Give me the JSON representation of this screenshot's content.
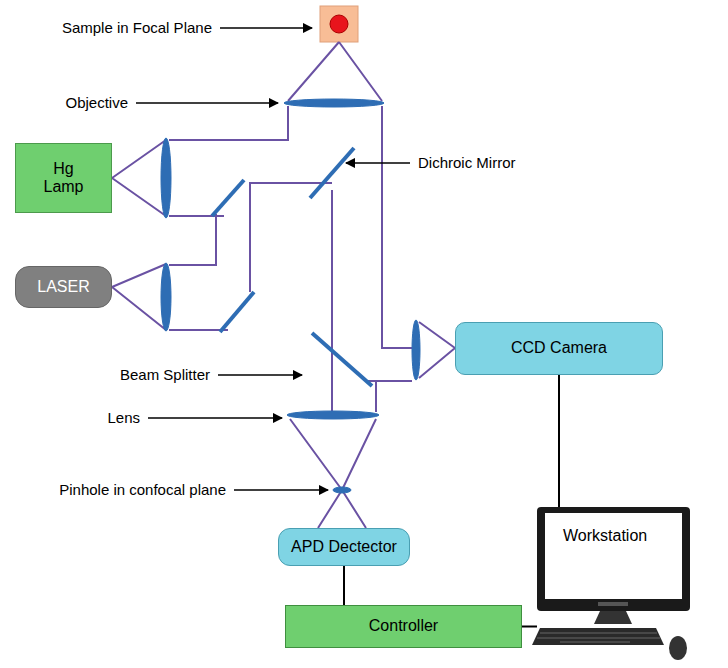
{
  "diagram": {
    "nodes": [
      {
        "text": [
          "Hg Lamp"
        ]
      },
      {
        "text": [
          "LASER"
        ]
      },
      {
        "text": [
          "CCD Camera"
        ]
      },
      {
        "text": [
          "APD Dectector"
        ]
      },
      {
        "text": [
          "Controller"
        ]
      },
      {
        "text": [
          "Workstation"
        ]
      }
    ],
    "edges": [
      {
        "from": 2,
        "to": 5,
        "arrow": "none"
      },
      {
        "from": 3,
        "to": 4,
        "arrow": "none"
      },
      {
        "from": 4,
        "to": 5,
        "arrow": "none"
      }
    ],
    "labels": [
      "Sample in Focal Plane",
      "Objective",
      "Dichroic Mirror",
      "Beam Splitter",
      "Lens",
      "Pinhole in confocal plane"
    ]
  }
}
